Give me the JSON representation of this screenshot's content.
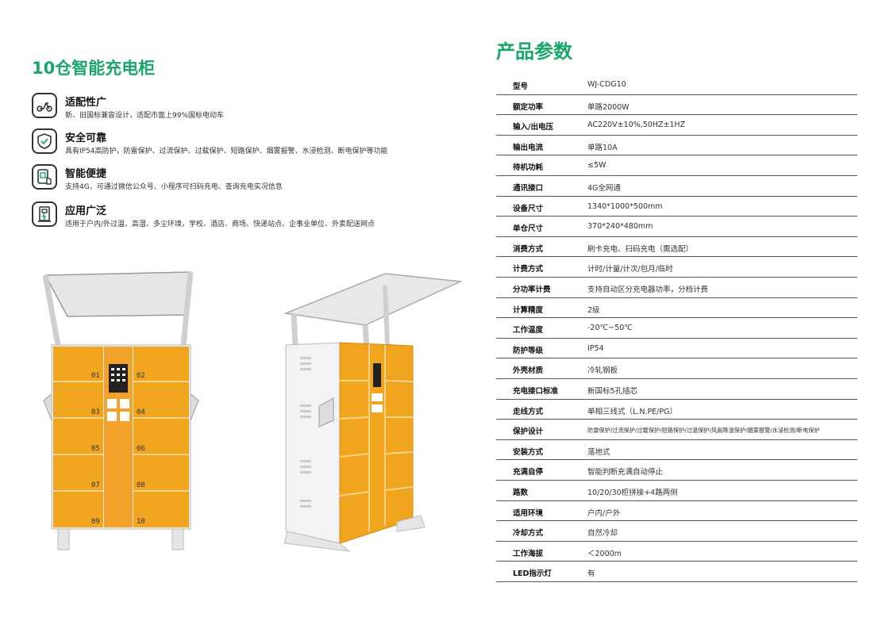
{
  "page": {
    "title": "10仓智能充电柜",
    "features": [
      {
        "icon": "scooter-icon",
        "title": "适配性广",
        "desc": "新、旧国标兼容设计，适配市面上99%国标电动车"
      },
      {
        "icon": "shield-check-icon",
        "title": "安全可靠",
        "desc": "具有IP54高防护，防雷保护、过流保护、过载保护、短路保护、烟雾报警、水浸检测、断电保护等功能"
      },
      {
        "icon": "phone-touch-icon",
        "title": "智能便捷",
        "desc": "支持4G，可通过微信公众号、小程序可扫码充电、查询充电实况信息"
      },
      {
        "icon": "charging-station-icon",
        "title": "应用广泛",
        "desc": "适用于户内/外过温、高湿、多尘环境，学校、酒店、商场、快递站点、企事业单位、外卖配送网点"
      }
    ]
  },
  "cabinet": {
    "compartments": [
      "01",
      "02",
      "03",
      "04",
      "05",
      "06",
      "07",
      "08",
      "09",
      "10"
    ],
    "colors": {
      "orange": "#f1a51f",
      "white": "#f3f3f3",
      "frame": "#e2e2e2",
      "dark": "#222222"
    }
  },
  "spec": {
    "title": "产品参数",
    "rows": [
      {
        "k": "型号",
        "v": "WJ-CDG10"
      },
      {
        "k": "额定功率",
        "v": "单路2000W"
      },
      {
        "k": "输入/出电压",
        "v": "AC220V±10%,50HZ±1HZ"
      },
      {
        "k": "输出电流",
        "v": "单路10A"
      },
      {
        "k": "待机功耗",
        "v": "≤5W"
      },
      {
        "k": "通讯接口",
        "v": "4G全网通"
      },
      {
        "k": "设备尺寸",
        "v": "1340*1000*500mm"
      },
      {
        "k": "单仓尺寸",
        "v": "370*240*480mm"
      },
      {
        "k": "消费方式",
        "v": "刷卡充电、扫码充电（需选配）"
      },
      {
        "k": "计费方式",
        "v": "计时/计量/计次/包月/临时"
      },
      {
        "k": "分功率计费",
        "v": "支持自动区分充电器功率，分档计费"
      },
      {
        "k": "计算精度",
        "v": "2级"
      },
      {
        "k": "工作温度",
        "v": "-20℃~50℃"
      },
      {
        "k": "防护等级",
        "v": "IP54"
      },
      {
        "k": "外壳材质",
        "v": "冷轧钢板"
      },
      {
        "k": "充电接口标准",
        "v": "新国标5孔插芯"
      },
      {
        "k": "走线方式",
        "v": "单相三线式（L.N.PE/PG）"
      },
      {
        "k": "保护设计",
        "v": "防雷保护/过流保护/过载保护/短路保护/过温保护/风扇降温保护/烟雾报警/水浸检测/断电保护"
      },
      {
        "k": "安装方式",
        "v": "落地式"
      },
      {
        "k": "充满自停",
        "v": "智能判断充满自动停止"
      },
      {
        "k": "路数",
        "v": "10/20/30柜拼接+4路两侧"
      },
      {
        "k": "适用环境",
        "v": "户内/户外"
      },
      {
        "k": "冷却方式",
        "v": "自然冷却"
      },
      {
        "k": "工作海拔",
        "v": "＜2000m"
      },
      {
        "k": "LED指示灯",
        "v": "有"
      }
    ]
  }
}
